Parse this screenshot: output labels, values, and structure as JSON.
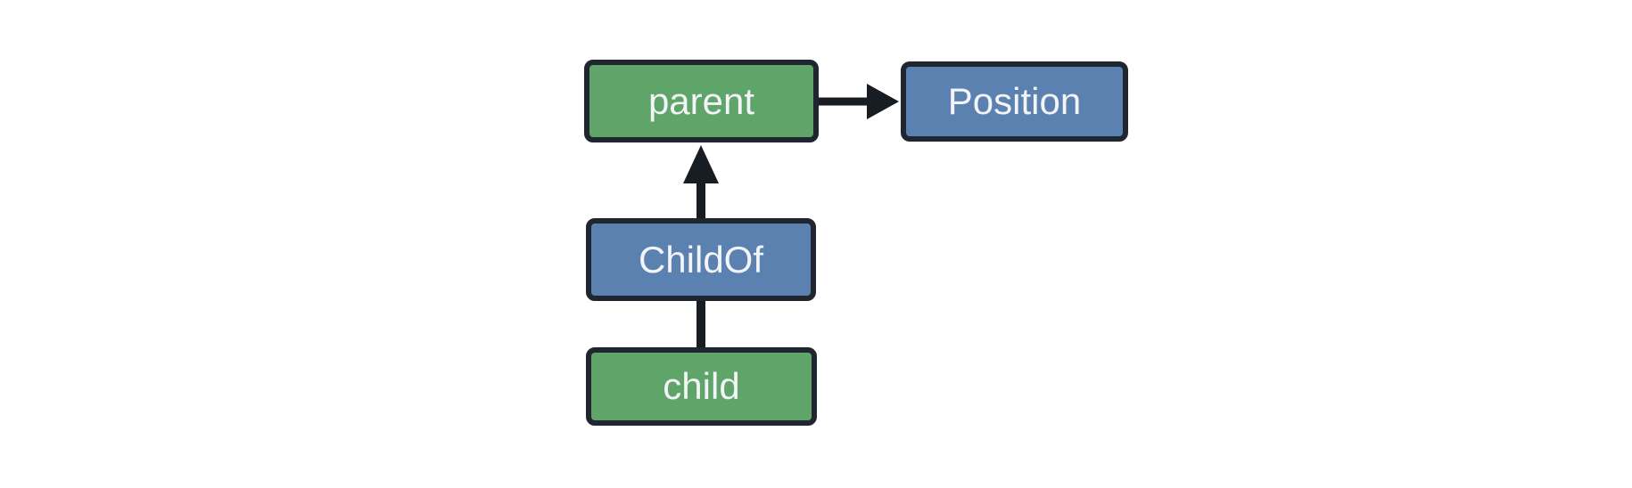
{
  "colors": {
    "background": "#ffffff",
    "green-fill": "#5fa468",
    "blue-fill": "#5a81b0",
    "node-border": "#20262f",
    "edge": "#181d24",
    "node-text": "#f2f4f7"
  },
  "diagram": {
    "nodes": [
      {
        "id": "parent",
        "label": "parent",
        "color": "green"
      },
      {
        "id": "Position",
        "label": "Position",
        "color": "blue"
      },
      {
        "id": "ChildOf",
        "label": "ChildOf",
        "color": "blue"
      },
      {
        "id": "child",
        "label": "child",
        "color": "green"
      }
    ],
    "edges": [
      {
        "from": "parent",
        "to": "Position",
        "style": "arrow"
      },
      {
        "from": "ChildOf",
        "to": "parent",
        "style": "arrow"
      },
      {
        "from": "child",
        "to": "ChildOf",
        "style": "line"
      }
    ]
  }
}
